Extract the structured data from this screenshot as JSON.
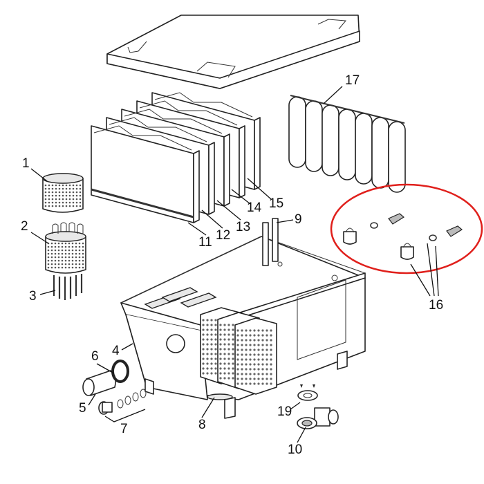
{
  "diagram": {
    "highlight_color": "#e0201c",
    "labels": [
      "1",
      "2",
      "3",
      "4",
      "5",
      "6",
      "7",
      "8",
      "9",
      "10",
      "11",
      "12",
      "13",
      "14",
      "15",
      "16",
      "17",
      "19"
    ]
  }
}
